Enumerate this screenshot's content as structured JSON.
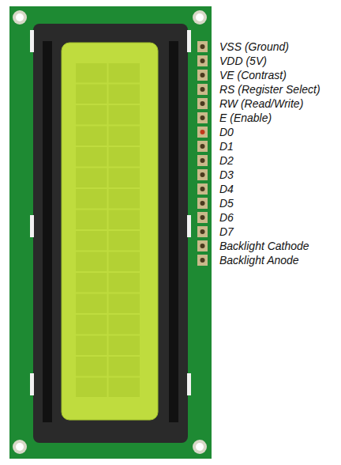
{
  "diagram": {
    "labels": [
      "VSS (Ground)",
      "VDD (5V)",
      "VE (Contrast)",
      "RS (Register Select)",
      "RW (Read/Write)",
      "E (Enable)",
      "D0",
      "D1",
      "D2",
      "D3",
      "D4",
      "D5",
      "D6",
      "D7",
      "Backlight Cathode",
      "Backlight Anode"
    ]
  }
}
